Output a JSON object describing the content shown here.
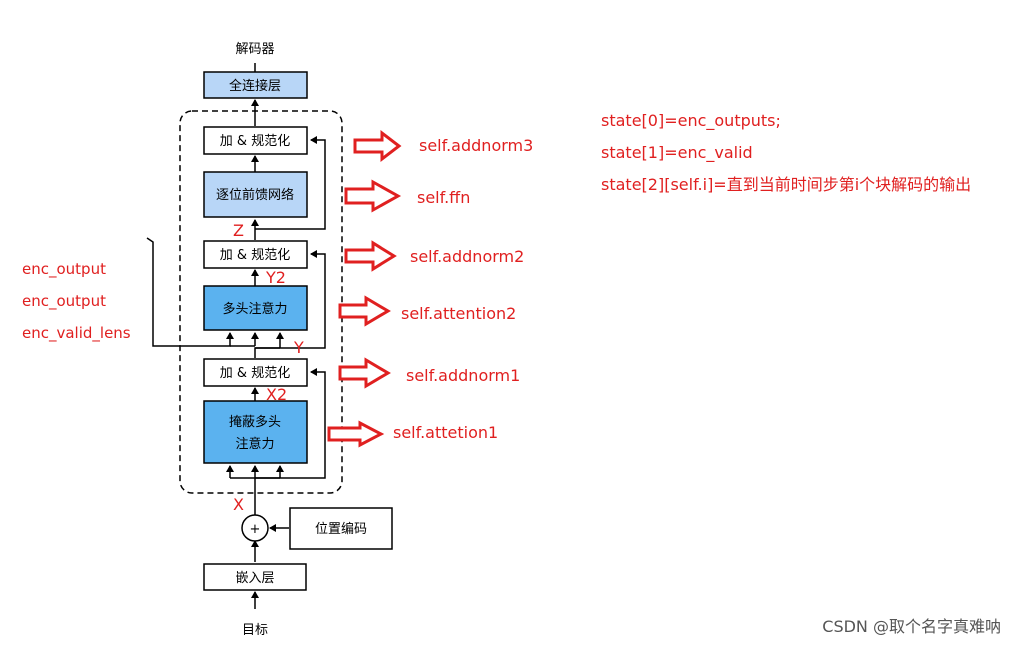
{
  "diagram": {
    "title": "解码器",
    "blocks": {
      "fc": "全连接层",
      "addnorm3": "加 & 规范化",
      "ffn": "逐位前馈网络",
      "addnorm2": "加 & 规范化",
      "attention2": "多头注意力",
      "addnorm1": "加 & 规范化",
      "masked_attention_line1": "掩蔽多头",
      "masked_attention_line2": "注意力",
      "pos_encoding": "位置编码",
      "embedding": "嵌入层",
      "plus": "+",
      "target": "目标"
    },
    "markers": {
      "z": "Z",
      "y2": "Y2",
      "y": "Y",
      "x2": "X2",
      "x": "X"
    },
    "left_inputs": [
      "enc_output",
      "enc_output",
      "enc_valid_lens"
    ],
    "annotations": [
      "self.addnorm3",
      "self.ffn",
      "self.addnorm2",
      "self.attention2",
      "self.addnorm1",
      "self.attetion1"
    ],
    "state_notes": [
      "state[0]=enc_outputs;",
      "state[1]=enc_valid",
      "state[2][self.i]=直到当前时间步第i个块解码的输出"
    ],
    "watermark": "CSDN @取个名字真难呐",
    "colors": {
      "light_block": "#b8d6f7",
      "dark_block": "#5bb2ef",
      "annotation": "#e02020"
    }
  }
}
